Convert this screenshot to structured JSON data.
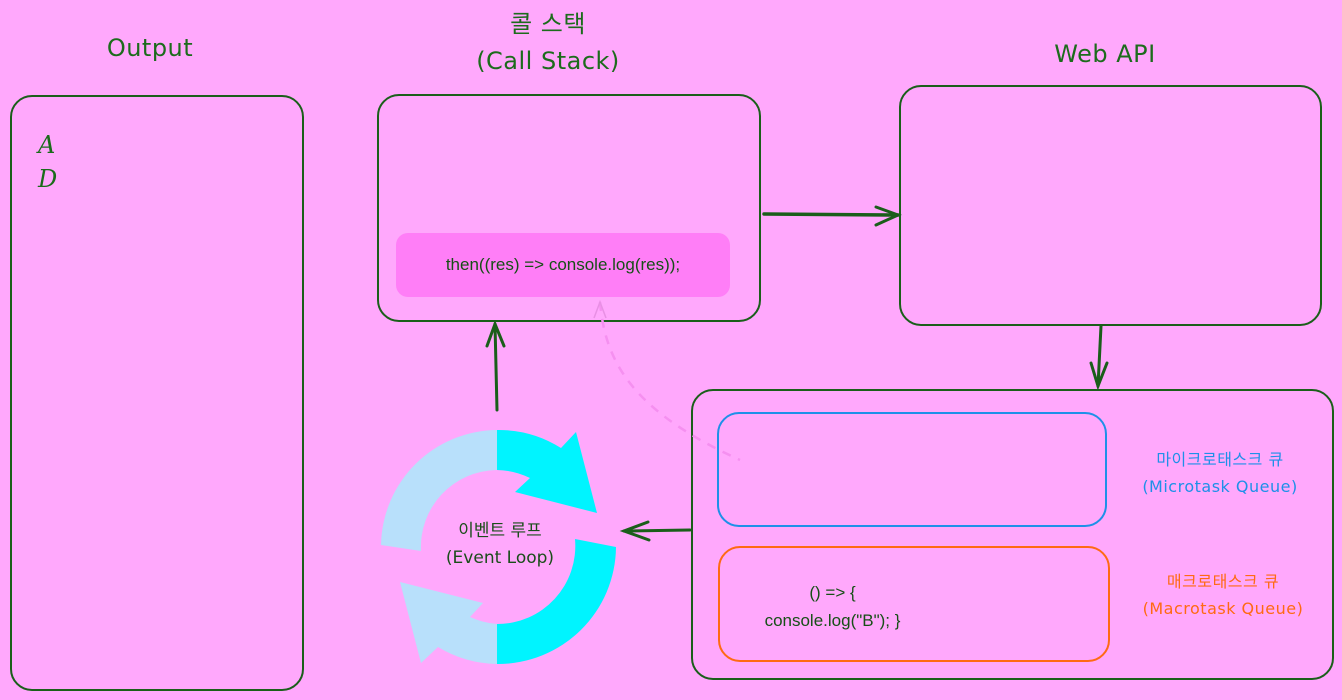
{
  "titles": {
    "output": "Output",
    "call_stack_ko": "콜 스택",
    "call_stack_en": "(Call Stack)",
    "web_api": "Web API"
  },
  "output": {
    "lines": [
      "A",
      "D"
    ]
  },
  "call_stack": {
    "frames": [
      "then((res) => console.log(res));"
    ]
  },
  "web_api": {
    "items": []
  },
  "event_loop": {
    "label_ko": "이벤트 루프",
    "label_en": "(Event Loop)"
  },
  "microtask_queue": {
    "label_ko": "마이크로태스크 큐",
    "label_en": "(Microtask Queue)",
    "items": []
  },
  "macrotask_queue": {
    "label_ko": "매크로태스크 큐",
    "label_en": "(Macrotask Queue)",
    "items": [
      {
        "line1": "() => {",
        "line2": "console.log(\"B\"); }"
      }
    ]
  },
  "colors": {
    "background": "#ffa8fc",
    "stroke": "#1a5e1a",
    "microtask": "#1e90e8",
    "macrotask": "#ff6a13",
    "code_chip": "#ff7ef7",
    "loop_light": "#b8e0fb",
    "loop_cyan": "#00f4ff"
  }
}
